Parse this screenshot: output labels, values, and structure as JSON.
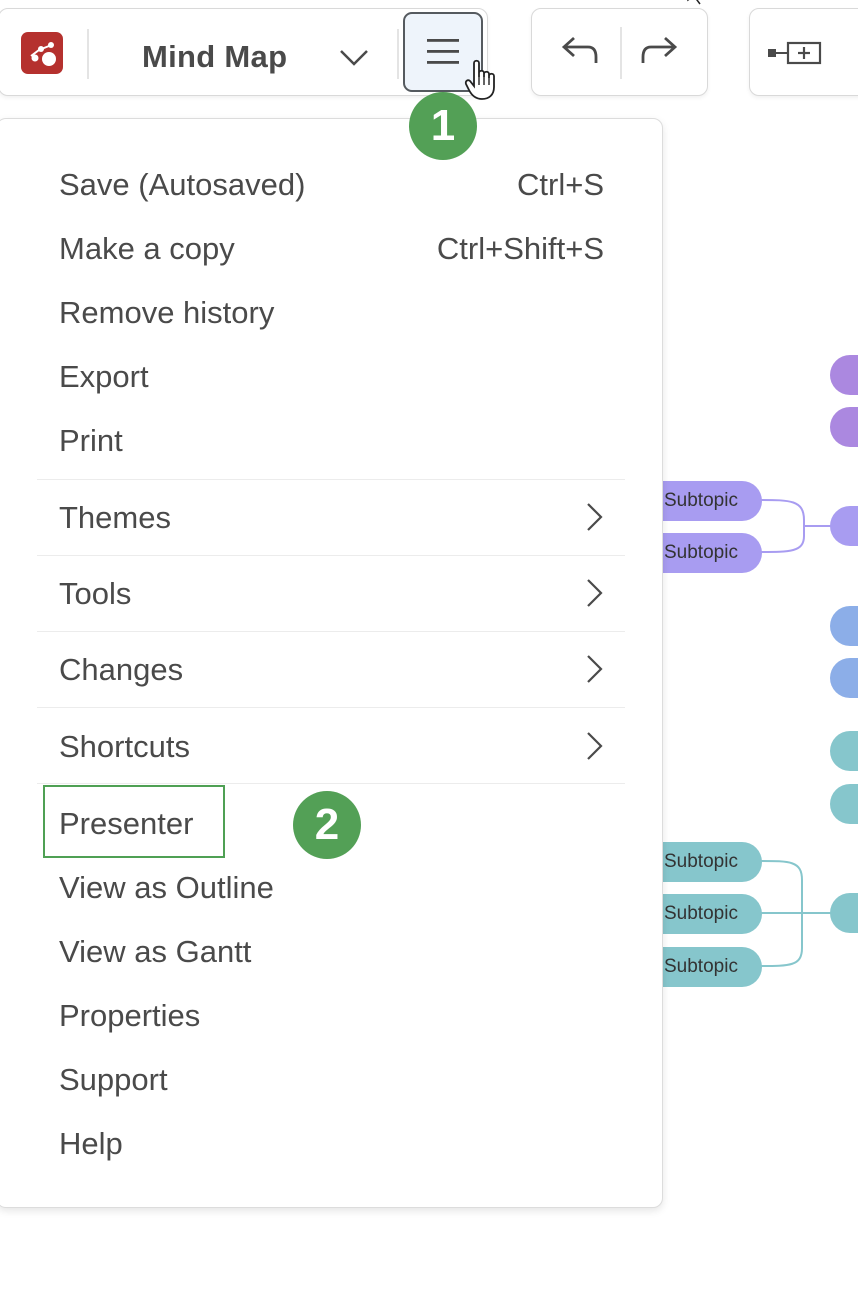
{
  "toolbar": {
    "app_icon": "mindmap-app-icon",
    "title": "Mind Map",
    "title_dropdown_icon": "chevron-down-icon",
    "menu_icon": "hamburger-menu-icon",
    "undo_icon": "undo-icon",
    "redo_icon": "redo-icon",
    "insert_icon": "add-subtopic-icon"
  },
  "badges": {
    "step1": "1",
    "step2": "2"
  },
  "menu": {
    "items": [
      {
        "label": "Save (Autosaved)",
        "shortcut": "Ctrl+S"
      },
      {
        "label": "Make a copy",
        "shortcut": "Ctrl+Shift+S"
      },
      {
        "label": "Remove history"
      },
      {
        "label": "Export"
      },
      {
        "label": "Print"
      },
      {
        "label": "Themes",
        "submenu": true
      },
      {
        "label": "Tools",
        "submenu": true
      },
      {
        "label": "Changes",
        "submenu": true
      },
      {
        "label": "Shortcuts",
        "submenu": true
      },
      {
        "label": "Presenter",
        "highlighted": true
      },
      {
        "label": "View as Outline"
      },
      {
        "label": "View as Gantt"
      },
      {
        "label": "Properties"
      },
      {
        "label": "Support"
      },
      {
        "label": "Help"
      }
    ]
  },
  "canvas": {
    "subtopic_label": "Subtopic",
    "colors": {
      "purple": "#ab88e0",
      "violet": "#a89cf1",
      "blue": "#8caee8",
      "teal": "#86c6cc",
      "accent_green": "#53a056",
      "brand_red": "#b5312e"
    }
  }
}
